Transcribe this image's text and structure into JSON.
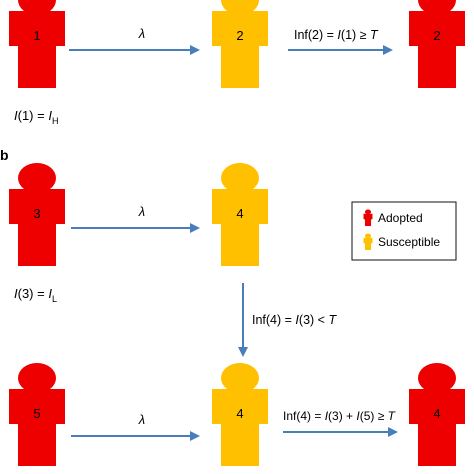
{
  "colors": {
    "adopted": "#ee0000",
    "susceptible": "#ffc000",
    "arrow": "#4a7ebb",
    "text": "#111111"
  },
  "panel_a": {
    "nodes": [
      {
        "label": "1",
        "state": "adopted"
      },
      {
        "label": "2",
        "state": "susceptible"
      },
      {
        "label": "2",
        "state": "adopted"
      }
    ],
    "arrow_rate": "λ",
    "arrow_inf_pre": "Inf(2) = ",
    "arrow_inf_i": "I",
    "arrow_inf_post": "(1) ≥ ",
    "arrow_inf_t": "T",
    "influence_i": "I",
    "influence_mid": "(1) = ",
    "influence_i2": "I",
    "influence_sub": "H"
  },
  "panel_b": {
    "label": "b",
    "nodes": [
      {
        "label": "3",
        "state": "adopted"
      },
      {
        "label": "4",
        "state": "susceptible"
      },
      {
        "label": "5",
        "state": "adopted"
      },
      {
        "label": "4",
        "state": "susceptible"
      },
      {
        "label": "4",
        "state": "adopted"
      }
    ],
    "arrow_rate_top": "λ",
    "arrow_rate_bottom": "λ",
    "vertical_inf_pre": "Inf(4) = ",
    "vertical_inf_i": "I",
    "vertical_inf_post": "(3) < ",
    "vertical_inf_t": "T",
    "bottom_inf_pre": "Inf(4) = ",
    "bottom_inf_i1": "I",
    "bottom_inf_mid": "(3) + ",
    "bottom_inf_i2": "I",
    "bottom_inf_post": "(5) ≥ ",
    "bottom_inf_t": "T",
    "influence_i": "I",
    "influence_mid": "(3) = ",
    "influence_i2": "I",
    "influence_sub": "L"
  },
  "legend": {
    "items": [
      {
        "label": "Adopted",
        "state": "adopted"
      },
      {
        "label": "Susceptible",
        "state": "susceptible"
      }
    ]
  }
}
